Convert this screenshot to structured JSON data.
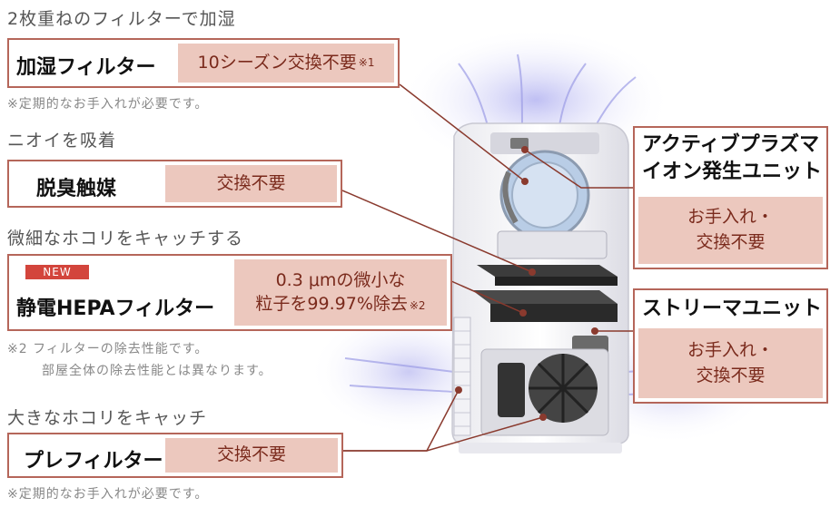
{
  "sections": {
    "humidify": {
      "caption": "2枚重ねのフィルターで加湿",
      "name": "加湿フィルター",
      "tag": "10シーズン交換不要",
      "tag_mark": "※1",
      "note": "※定期的なお手入れが必要です。"
    },
    "deodorize": {
      "caption": "ニオイを吸着",
      "name": "脱臭触媒",
      "tag": "交換不要"
    },
    "hepa": {
      "caption": "微細なホコリをキャッチする",
      "badge": "NEW",
      "name": "静電HEPAフィルター",
      "tag_line1": "0.3 μmの微小な",
      "tag_line2": "粒子を99.97%除去",
      "tag_mark": "※2",
      "note_line1": "※2 フィルターの除去性能です。",
      "note_line2": "部屋全体の除去性能とは異なります。"
    },
    "prefilter": {
      "caption": "大きなホコリをキャッチ",
      "name": "プレフィルター",
      "tag": "交換不要",
      "note": "※定期的なお手入れが必要です。"
    }
  },
  "right_units": {
    "plasma": {
      "title_line1": "アクティブプラズマ",
      "title_line2": "イオン発生ユニット",
      "tag_line1": "お手入れ・",
      "tag_line2": "交換不要"
    },
    "streamer": {
      "title": "ストリーマユニット",
      "tag_line1": "お手入れ・",
      "tag_line2": "交換不要"
    }
  },
  "colors": {
    "border": "#b5665a",
    "tag_bg": "#ecc8be",
    "tag_text": "#7a2a1c",
    "badge": "#d3453c",
    "airflow": "#8f8fe0"
  }
}
